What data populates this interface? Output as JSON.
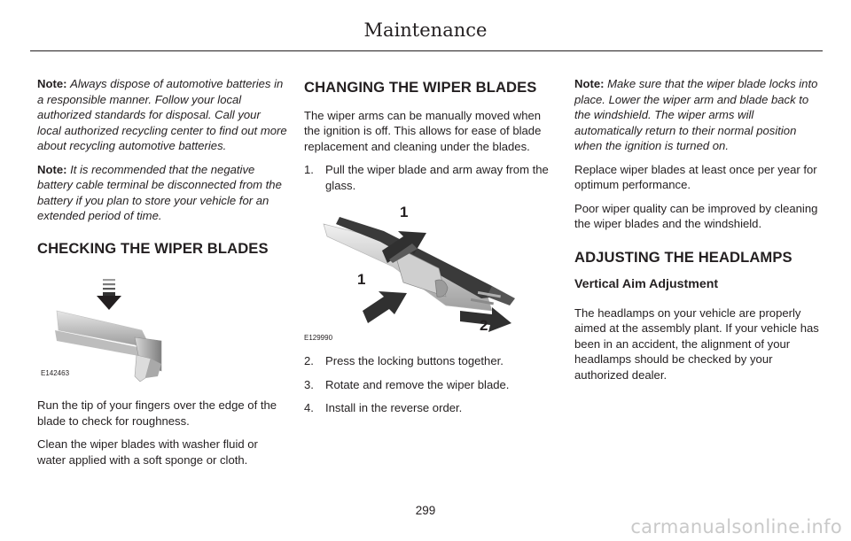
{
  "header": {
    "title": "Maintenance"
  },
  "col1": {
    "note1_label": "Note:",
    "note1_text": "Always dispose of automotive batteries in a responsible manner. Follow your local authorized standards for disposal. Call your local authorized recycling center to find out more about recycling automotive batteries.",
    "note2_label": "Note:",
    "note2_text": "It is recommended that the negative battery cable terminal be disconnected from the battery if you plan to store your vehicle for an extended period of time.",
    "heading": "CHECKING THE WIPER BLADES",
    "figure_id": "E142463",
    "para1": "Run the tip of your fingers over the edge of the blade to check for roughness.",
    "para2": "Clean the wiper blades with washer fluid or water applied with a soft sponge or cloth."
  },
  "col2": {
    "heading": "CHANGING THE WIPER BLADES",
    "intro": "The wiper arms can be manually moved when the ignition is off. This allows for ease of blade replacement and cleaning under the blades.",
    "steps": [
      {
        "num": "1.",
        "text": "Pull the wiper blade and arm away from the glass."
      },
      {
        "num": "2.",
        "text": "Press the locking buttons together."
      },
      {
        "num": "3.",
        "text": "Rotate and remove the wiper blade."
      },
      {
        "num": "4.",
        "text": "Install in the reverse order."
      }
    ],
    "figure_id": "E129990",
    "callout_top": "1",
    "callout_left": "1",
    "callout_bottom": "2"
  },
  "col3": {
    "note_label": "Note:",
    "note_text": "Make sure that the wiper blade locks into place. Lower the wiper arm and blade back to the windshield. The wiper arms will automatically return to their normal position when the ignition is turned on.",
    "para1": "Replace wiper blades at least once per year for optimum performance.",
    "para2": "Poor wiper quality can be improved by cleaning the wiper blades and the windshield.",
    "heading": "ADJUSTING THE HEADLAMPS",
    "subheading": "Vertical Aim Adjustment",
    "para3": "The headlamps on your vehicle are properly aimed at the assembly plant. If your vehicle has been in an accident, the alignment of your headlamps should be checked by your authorized dealer."
  },
  "footer": {
    "page_number": "299",
    "watermark": "carmanualsonline.info"
  }
}
